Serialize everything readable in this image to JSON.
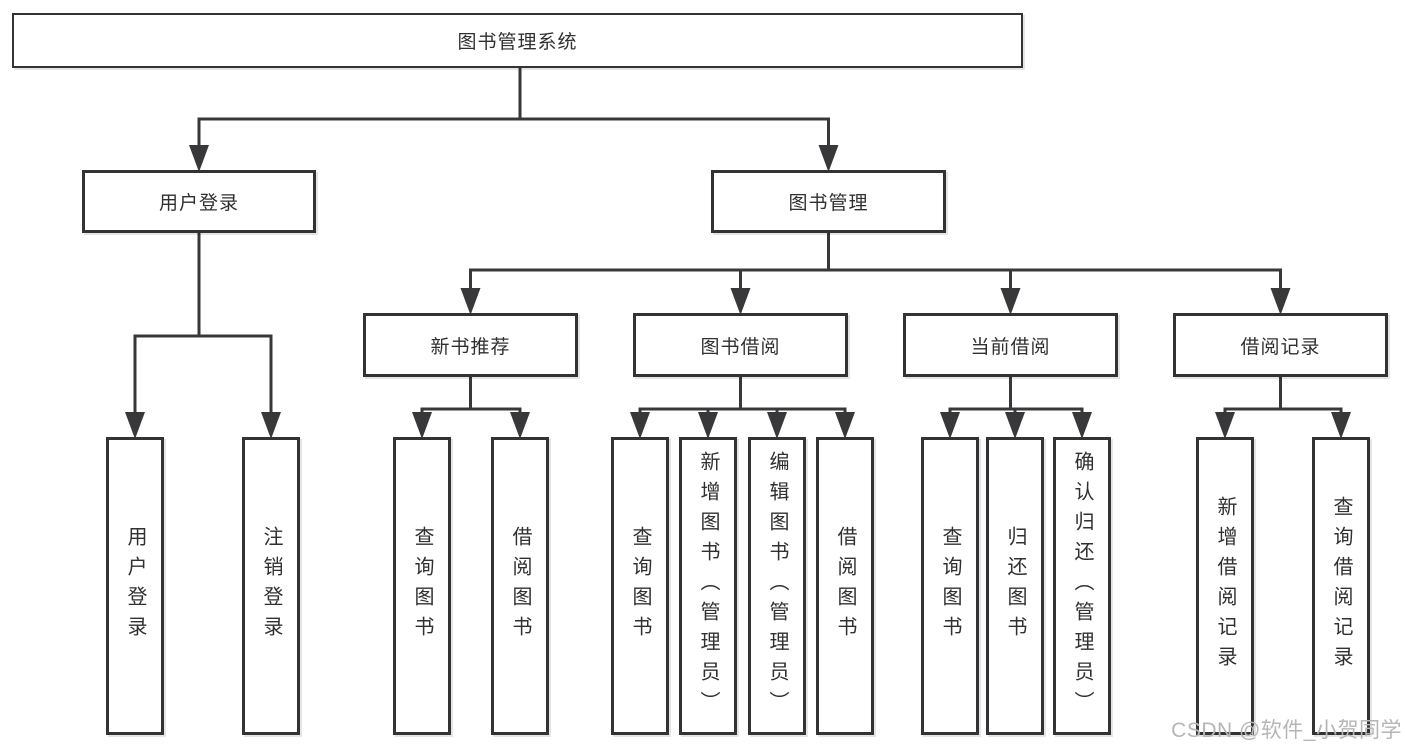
{
  "diagram": {
    "nodes": [
      {
        "id": "root",
        "label": "图书管理系统",
        "orientation": "horizontal"
      },
      {
        "id": "login",
        "label": "用户登录",
        "orientation": "horizontal"
      },
      {
        "id": "mgmt",
        "label": "图书管理",
        "orientation": "horizontal"
      },
      {
        "id": "newbook",
        "label": "新书推荐",
        "orientation": "horizontal"
      },
      {
        "id": "borrow",
        "label": "图书借阅",
        "orientation": "horizontal"
      },
      {
        "id": "current",
        "label": "当前借阅",
        "orientation": "horizontal"
      },
      {
        "id": "record",
        "label": "借阅记录",
        "orientation": "horizontal"
      },
      {
        "id": "leaf-user-login",
        "label": "用户登录",
        "orientation": "vertical"
      },
      {
        "id": "leaf-logout",
        "label": "注销登录",
        "orientation": "vertical"
      },
      {
        "id": "leaf-nb-query",
        "label": "查询图书",
        "orientation": "vertical"
      },
      {
        "id": "leaf-nb-borrow",
        "label": "借阅图书",
        "orientation": "vertical"
      },
      {
        "id": "leaf-bw-query",
        "label": "查询图书",
        "orientation": "vertical"
      },
      {
        "id": "leaf-bw-add",
        "label": "新增图书（管理员）",
        "orientation": "vertical"
      },
      {
        "id": "leaf-bw-edit",
        "label": "编辑图书（管理员）",
        "orientation": "vertical"
      },
      {
        "id": "leaf-bw-borrow",
        "label": "借阅图书",
        "orientation": "vertical"
      },
      {
        "id": "leaf-cur-query",
        "label": "查询图书",
        "orientation": "vertical"
      },
      {
        "id": "leaf-cur-return",
        "label": "归还图书",
        "orientation": "vertical"
      },
      {
        "id": "leaf-cur-confirm",
        "label": "确认归还（管理员）",
        "orientation": "vertical"
      },
      {
        "id": "leaf-rec-add",
        "label": "新增借阅记录",
        "orientation": "vertical"
      },
      {
        "id": "leaf-rec-query",
        "label": "查询借阅记录",
        "orientation": "vertical"
      }
    ],
    "edges": [
      {
        "from": "root",
        "to": [
          "login",
          "mgmt"
        ]
      },
      {
        "from": "login",
        "to": [
          "leaf-user-login",
          "leaf-logout"
        ]
      },
      {
        "from": "mgmt",
        "to": [
          "newbook",
          "borrow",
          "current",
          "record"
        ]
      },
      {
        "from": "newbook",
        "to": [
          "leaf-nb-query",
          "leaf-nb-borrow"
        ]
      },
      {
        "from": "borrow",
        "to": [
          "leaf-bw-query",
          "leaf-bw-add",
          "leaf-bw-edit",
          "leaf-bw-borrow"
        ]
      },
      {
        "from": "current",
        "to": [
          "leaf-cur-query",
          "leaf-cur-return",
          "leaf-cur-confirm"
        ]
      },
      {
        "from": "record",
        "to": [
          "leaf-rec-add",
          "leaf-rec-query"
        ]
      }
    ],
    "colors": {
      "background": "#ffffff",
      "line": "#38383a",
      "box_border": "#333336",
      "text": "#303030",
      "watermark_color": "#b7b5b5"
    }
  },
  "watermark": {
    "text": "CSDN @软件_小贺同学"
  }
}
